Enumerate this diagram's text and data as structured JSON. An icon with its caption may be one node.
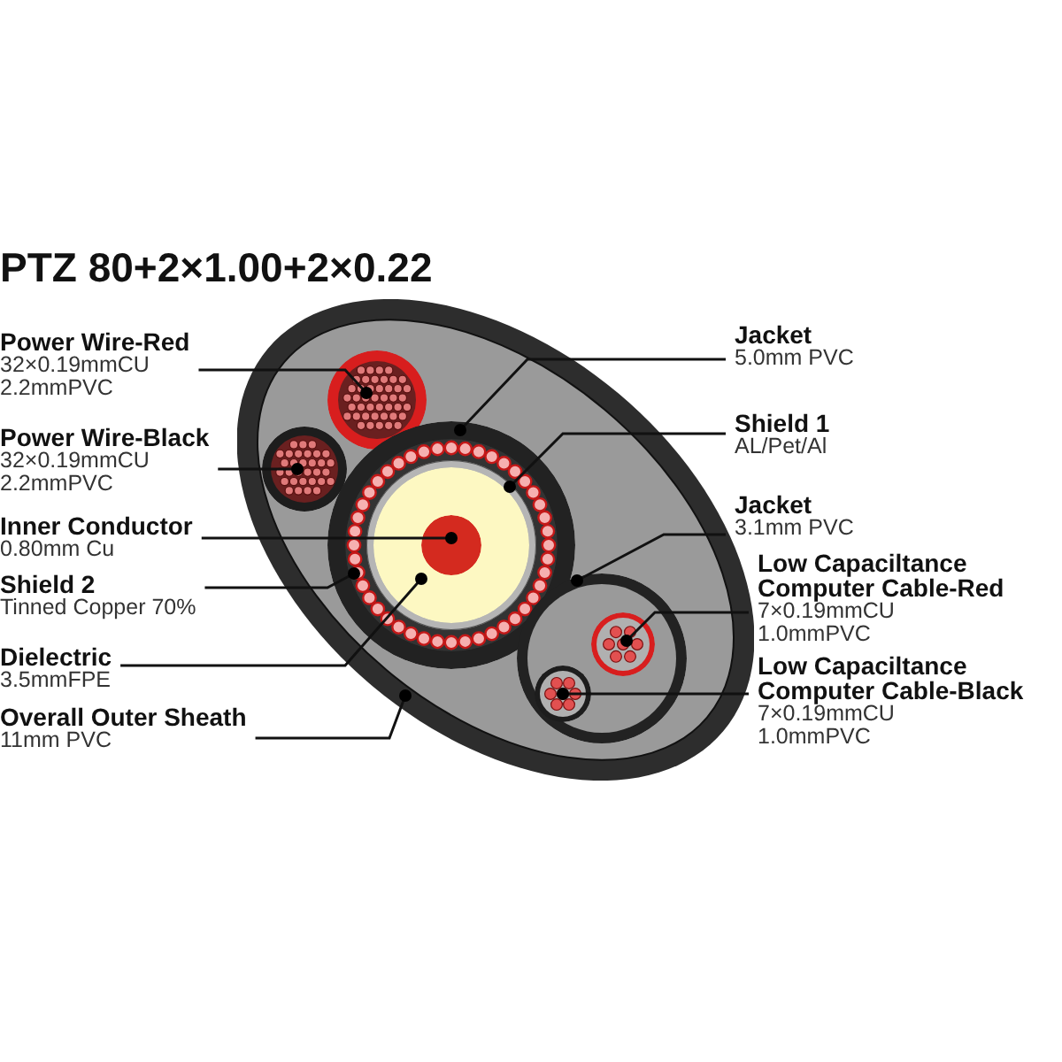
{
  "diagram": {
    "title": "PTZ 80+2×1.00+2×0.22",
    "nodes": [
      {
        "text": [
          "Power Wire-Red",
          "32×0.19mmCU",
          "2.2mmPVC"
        ]
      },
      {
        "text": [
          "Power Wire-Black",
          "32×0.19mmCU",
          "2.2mmPVC"
        ]
      },
      {
        "text": [
          "Inner Conductor",
          "0.80mm Cu"
        ]
      },
      {
        "text": [
          "Shield 2",
          "Tinned Copper 70%"
        ]
      },
      {
        "text": [
          "Dielectric",
          "3.5mmFPE"
        ]
      },
      {
        "text": [
          "Overall Outer Sheath",
          "11mm PVC"
        ]
      },
      {
        "text": [
          "Jacket",
          "5.0mm PVC"
        ]
      },
      {
        "text": [
          "Shield 1",
          "AL/Pet/Al"
        ]
      },
      {
        "text": [
          "Jacket",
          "3.1mm PVC"
        ]
      },
      {
        "text": [
          "Low Capaciltance Computer Cable-Red",
          "7×0.19mmCU",
          "1.0mmPVC"
        ]
      },
      {
        "text": [
          "Low Capaciltance Computer Cable-Black",
          "7×0.19mmCU",
          "1.0mmPVC"
        ]
      },
      {
        "text": [],
        "shape": "circle"
      },
      {
        "text": [],
        "shape": "circle",
        "in": 11
      },
      {
        "text": [],
        "shape": "circle",
        "in": 11
      },
      {
        "text": [],
        "shape": "circle",
        "in": 11
      },
      {
        "text": [],
        "shape": "circle",
        "in": 14
      },
      {
        "text": [],
        "shape": "circle",
        "in": 15
      },
      {
        "text": [],
        "shape": "circle",
        "in": 16
      },
      {
        "text": [],
        "shape": "circle",
        "in": 17
      },
      {
        "text": [],
        "shape": "circle",
        "in": 11
      },
      {
        "text": [],
        "shape": "circle",
        "in": 19
      },
      {
        "text": [],
        "shape": "circle",
        "in": 19
      }
    ],
    "edges": [
      {
        "from": 0,
        "to": 12,
        "arrow": "other"
      },
      {
        "from": 1,
        "to": 13,
        "arrow": "other"
      },
      {
        "from": 2,
        "to": 18,
        "arrow": "other"
      },
      {
        "from": 3,
        "to": 15,
        "arrow": "other"
      },
      {
        "from": 4,
        "to": 17,
        "arrow": "other"
      },
      {
        "from": 5,
        "to": 11,
        "arrow": "other"
      },
      {
        "from": 6,
        "to": 14,
        "arrow": "other"
      },
      {
        "from": 7,
        "to": 16,
        "arrow": "other"
      },
      {
        "from": 8,
        "to": 19,
        "arrow": "other"
      },
      {
        "from": 9,
        "to": 20,
        "arrow": "other"
      },
      {
        "from": 10,
        "to": 21,
        "arrow": "other"
      }
    ]
  }
}
